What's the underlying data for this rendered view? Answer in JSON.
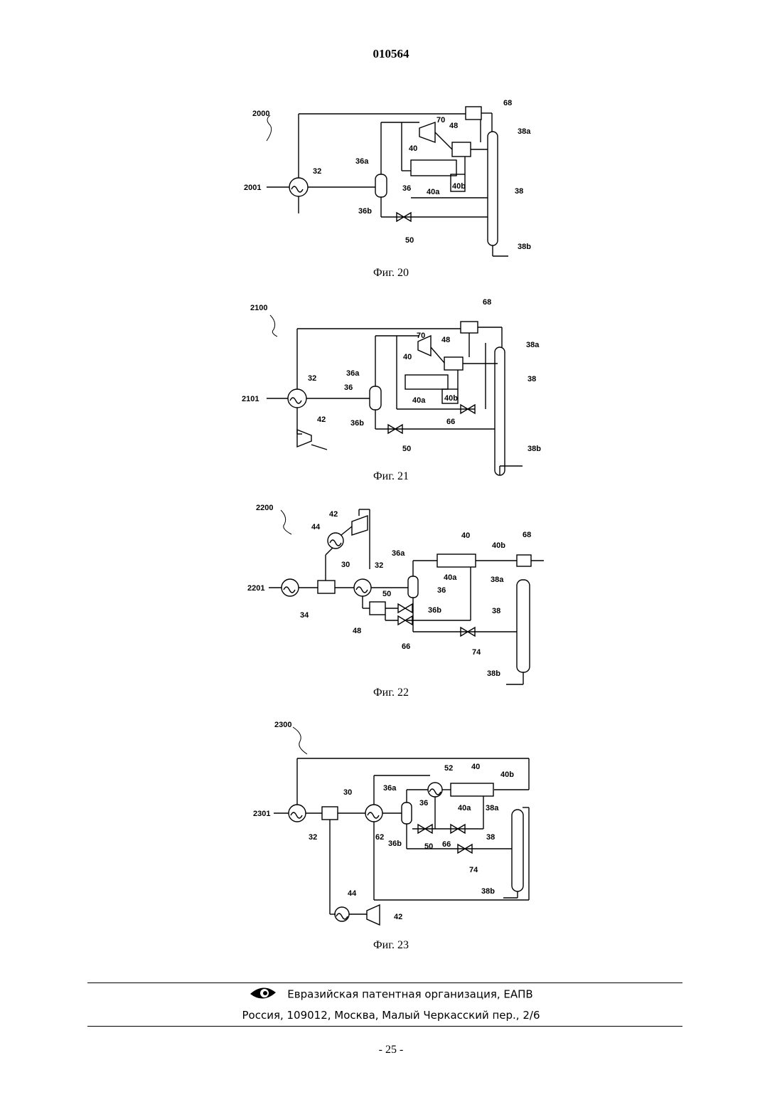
{
  "header": {
    "doc_number": "010564"
  },
  "figures": [
    {
      "caption": "Фиг. 20",
      "labels": [
        "2000",
        "2001",
        "32",
        "36a",
        "36",
        "36b",
        "40",
        "40a",
        "40b",
        "48",
        "70",
        "68",
        "38a",
        "38",
        "38b",
        "50"
      ]
    },
    {
      "caption": "Фиг. 21",
      "labels": [
        "2100",
        "2101",
        "32",
        "36a",
        "36",
        "36b",
        "42",
        "40",
        "40a",
        "40b",
        "48",
        "70",
        "68",
        "38a",
        "38",
        "38b",
        "50",
        "66"
      ]
    },
    {
      "caption": "Фиг. 22",
      "labels": [
        "2200",
        "2201",
        "34",
        "30",
        "44",
        "42",
        "32",
        "36a",
        "36",
        "36b",
        "40",
        "40a",
        "40b",
        "68",
        "38a",
        "38",
        "38b",
        "50",
        "48",
        "66",
        "74"
      ]
    },
    {
      "caption": "Фиг. 23",
      "labels": [
        "2300",
        "2301",
        "32",
        "30",
        "62",
        "52",
        "40",
        "40b",
        "40a",
        "36a",
        "36",
        "36b",
        "50",
        "66",
        "74",
        "38a",
        "38",
        "38b",
        "44",
        "42"
      ]
    }
  ],
  "footer": {
    "org": "Евразийская патентная организация, ЕАПВ",
    "address": "Россия, 109012, Москва, Малый Черкасский пер., 2/6",
    "page": "- 25 -"
  }
}
